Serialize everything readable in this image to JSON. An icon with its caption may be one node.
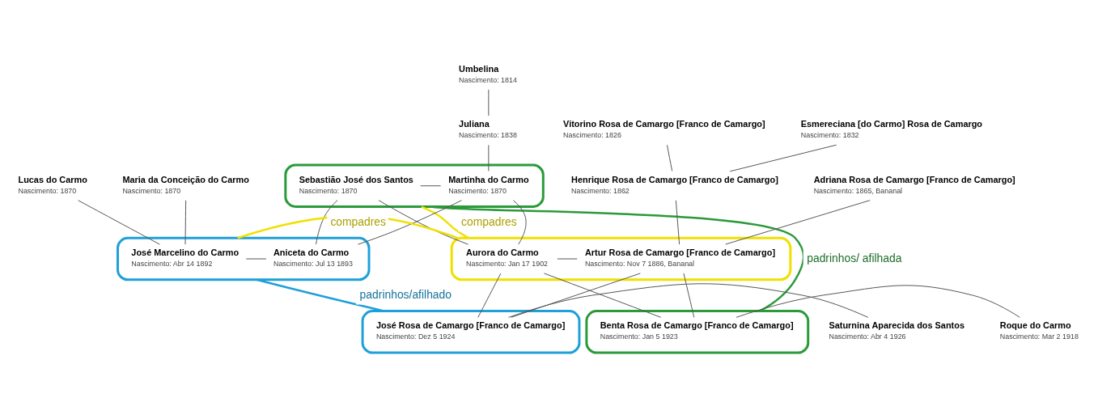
{
  "diagram": {
    "nodes": [
      {
        "text": [
          "Umbelina",
          "Nascimento: 1814"
        ]
      },
      {
        "text": [
          "Juliana",
          "Nascimento: 1838"
        ]
      },
      {
        "text": [
          "Vitorino Rosa de Camargo [Franco de Camargo]",
          "Nascimento: 1826"
        ]
      },
      {
        "text": [
          "Esmereciana [do Carmo] Rosa de Camargo",
          "Nascimento: 1832"
        ]
      },
      {
        "text": [
          "Lucas do Carmo",
          "Nascimento: 1870"
        ]
      },
      {
        "text": [
          "Maria da Conceição do Carmo",
          "Nascimento: 1870"
        ]
      },
      {
        "text": [],
        "shape": "ellipse"
      },
      {
        "text": [
          "Sebastião José dos Santos",
          "Nascimento: 1870"
        ],
        "in": 6
      },
      {
        "text": [
          "Martinha do Carmo",
          "Nascimento: 1870"
        ],
        "in": 6
      },
      {
        "text": [
          "Henrique Rosa de Camargo [Franco de Camargo]",
          "Nascimento: 1862"
        ]
      },
      {
        "text": [
          "Adriana Rosa de Camargo [Franco de Camargo]",
          "Nascimento: 1865, Bananal"
        ]
      },
      {
        "text": [],
        "shape": "ellipse"
      },
      {
        "text": [
          "José Marcelino do Carmo",
          "Nascimento: Abr 14 1892"
        ],
        "in": 11
      },
      {
        "text": [
          "Aniceta do Carmo",
          "Nascimento: Jul 13 1893"
        ],
        "in": 11
      },
      {
        "text": [],
        "shape": "ellipse"
      },
      {
        "text": [
          "Aurora do Carmo",
          "Nascimento: Jan 17 1902"
        ],
        "in": 14
      },
      {
        "text": [
          "Artur Rosa de Camargo [Franco de Camargo]",
          "Nascimento: Nov 7 1886, Bananal"
        ],
        "in": 14
      },
      {
        "text": [],
        "shape": "ellipse"
      },
      {
        "text": [
          "Benta Rosa de Camargo [Franco de Camargo]",
          "Nascimento: Jan 5 1923"
        ],
        "in": 17
      },
      {
        "text": [
          "Roque do Carmo",
          "Nascimento: Mar 2 1918"
        ]
      },
      {
        "text": [],
        "shape": "ellipse"
      },
      {
        "text": [
          "José Rosa de Camargo [Franco de Camargo]",
          "Nascimento: Dez 5 1924"
        ],
        "in": 20
      },
      {
        "text": [
          "Saturnina Aparecida dos Santos",
          "Nascimento: Abr 4 1926"
        ]
      }
    ],
    "edges": [
      {
        "from": 0,
        "to": 1,
        "arrow": "none"
      },
      {
        "from": 1,
        "to": 8,
        "arrow": "none"
      },
      {
        "from": 2,
        "to": 9,
        "arrow": "none"
      },
      {
        "from": 3,
        "to": 9,
        "arrow": "none"
      },
      {
        "from": 4,
        "to": 12,
        "arrow": "none"
      },
      {
        "from": 5,
        "to": 12,
        "arrow": "none"
      },
      {
        "from": 7,
        "to": 8,
        "arrow": "none"
      },
      {
        "from": 7,
        "to": 13,
        "arrow": "none"
      },
      {
        "from": 8,
        "to": 13,
        "arrow": "none"
      },
      {
        "from": 7,
        "to": 15,
        "arrow": "none"
      },
      {
        "from": 8,
        "to": 15,
        "arrow": "none"
      },
      {
        "from": 9,
        "to": 16,
        "arrow": "none"
      },
      {
        "from": 10,
        "to": 16,
        "arrow": "none"
      },
      {
        "from": 12,
        "to": 13,
        "arrow": "none"
      },
      {
        "from": 15,
        "to": 16,
        "arrow": "none"
      },
      {
        "from": 15,
        "to": 18,
        "arrow": "none"
      },
      {
        "from": 16,
        "to": 18,
        "arrow": "none"
      },
      {
        "from": 15,
        "to": 21,
        "arrow": "none"
      },
      {
        "from": 16,
        "to": 21,
        "arrow": "none"
      },
      {
        "from": 18,
        "to": 19,
        "arrow": "none"
      },
      {
        "from": 21,
        "to": 22,
        "arrow": "none"
      },
      {
        "from": 11,
        "to": 14,
        "arrow": "none",
        "label": "compadres",
        "color": "#f0e000"
      },
      {
        "from": 6,
        "to": 14,
        "arrow": "none",
        "label": "compadres",
        "color": "#f0e000"
      },
      {
        "from": 6,
        "to": 17,
        "arrow": "none",
        "label": "padrinhos/ afilhada",
        "color": "#2a9a3a"
      },
      {
        "from": 11,
        "to": 20,
        "arrow": "none",
        "label": "padrinhos/afilhado",
        "color": "#1ea0d8"
      }
    ]
  }
}
